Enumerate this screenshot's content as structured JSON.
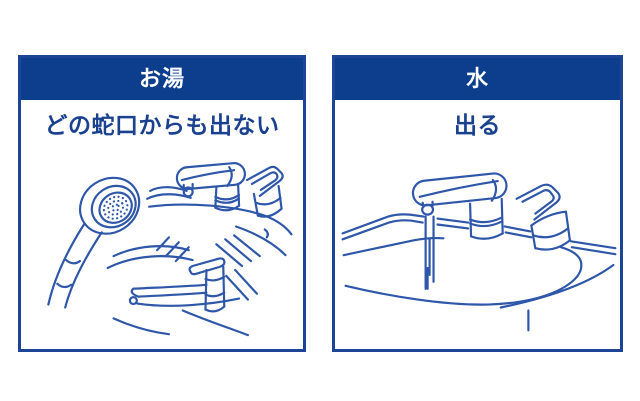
{
  "colors": {
    "page-bg": "#ffffff",
    "panel-bg": "#ffffff",
    "panel-border": "#1e4498",
    "header-bg": "#0d3d8d",
    "header-text": "#ffffff",
    "caption-text": "#1a418f",
    "line-art": "#2e56a9"
  },
  "panels": {
    "hot": {
      "title": "お湯",
      "caption": "どの蛇口からも出ない",
      "illustrations": [
        "shower-head-icon",
        "basin-faucet-icon",
        "kitchen-faucet-icon"
      ]
    },
    "cold": {
      "title": "水",
      "caption": "出る",
      "illustrations": [
        "running-faucet-sink-icon"
      ]
    }
  }
}
